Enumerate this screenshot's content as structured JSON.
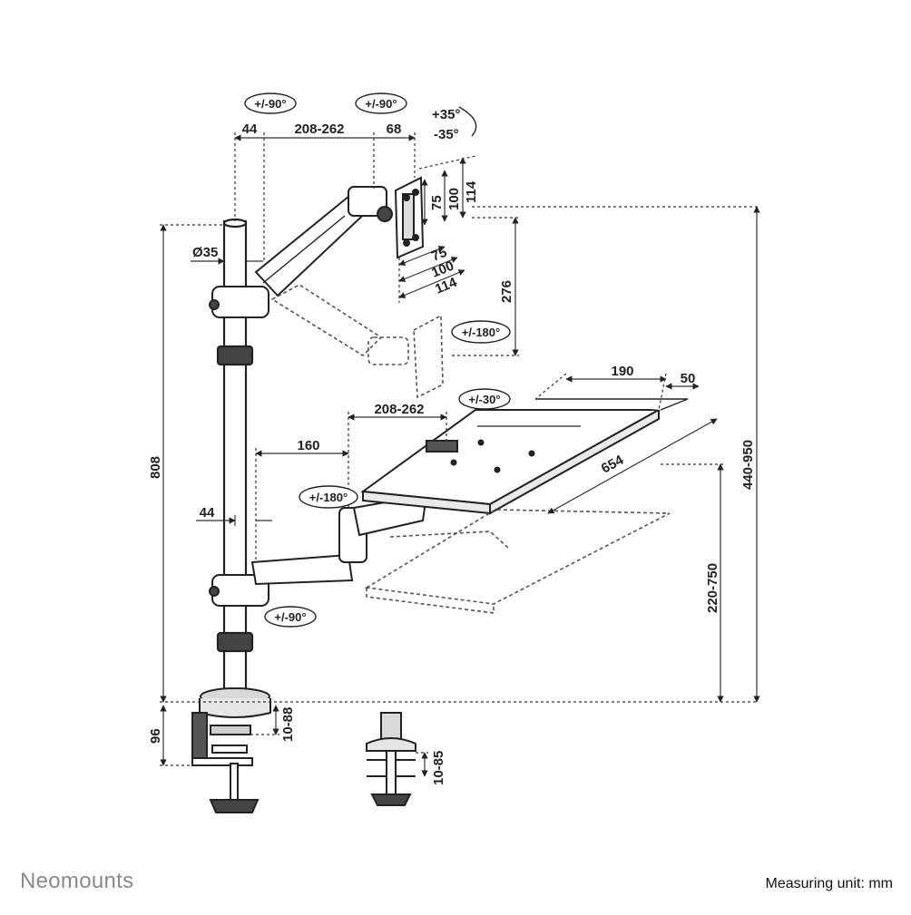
{
  "brand": {
    "name": "Neomounts",
    "brand_color": "#8a8a8a"
  },
  "footer": {
    "measuring_unit": "Measuring unit: mm"
  },
  "rotations": {
    "top_left": "+/-90°",
    "top_right": "+/-90°",
    "tilt_up": "+35°",
    "tilt_down": "-35°",
    "monitor_rotate": "+/-180°",
    "keyboard_tilt": "+/-30°",
    "lower_joint": "+/-180°",
    "lower_base": "+/-90°"
  },
  "dimensions": {
    "upper_offset": "44",
    "upper_arm_length": "208-262",
    "head_depth": "68",
    "pole_diameter": "Ø35",
    "vesa_h_75": "75",
    "vesa_h_100": "100",
    "vesa_h_114": "114",
    "vesa_w_75": "75",
    "vesa_w_100": "100",
    "vesa_w_114": "114",
    "monitor_drop": "276",
    "pole_height": "808",
    "total_height": "440-950",
    "lower_arm_length": "208-262",
    "lower_reach": "160",
    "lower_offset": "44",
    "tray_width": "190",
    "tray_extension": "50",
    "tray_length": "654",
    "tray_height": "220-750",
    "base_height": "96",
    "clamp_range": "10-88",
    "grommet_range": "10-85"
  }
}
